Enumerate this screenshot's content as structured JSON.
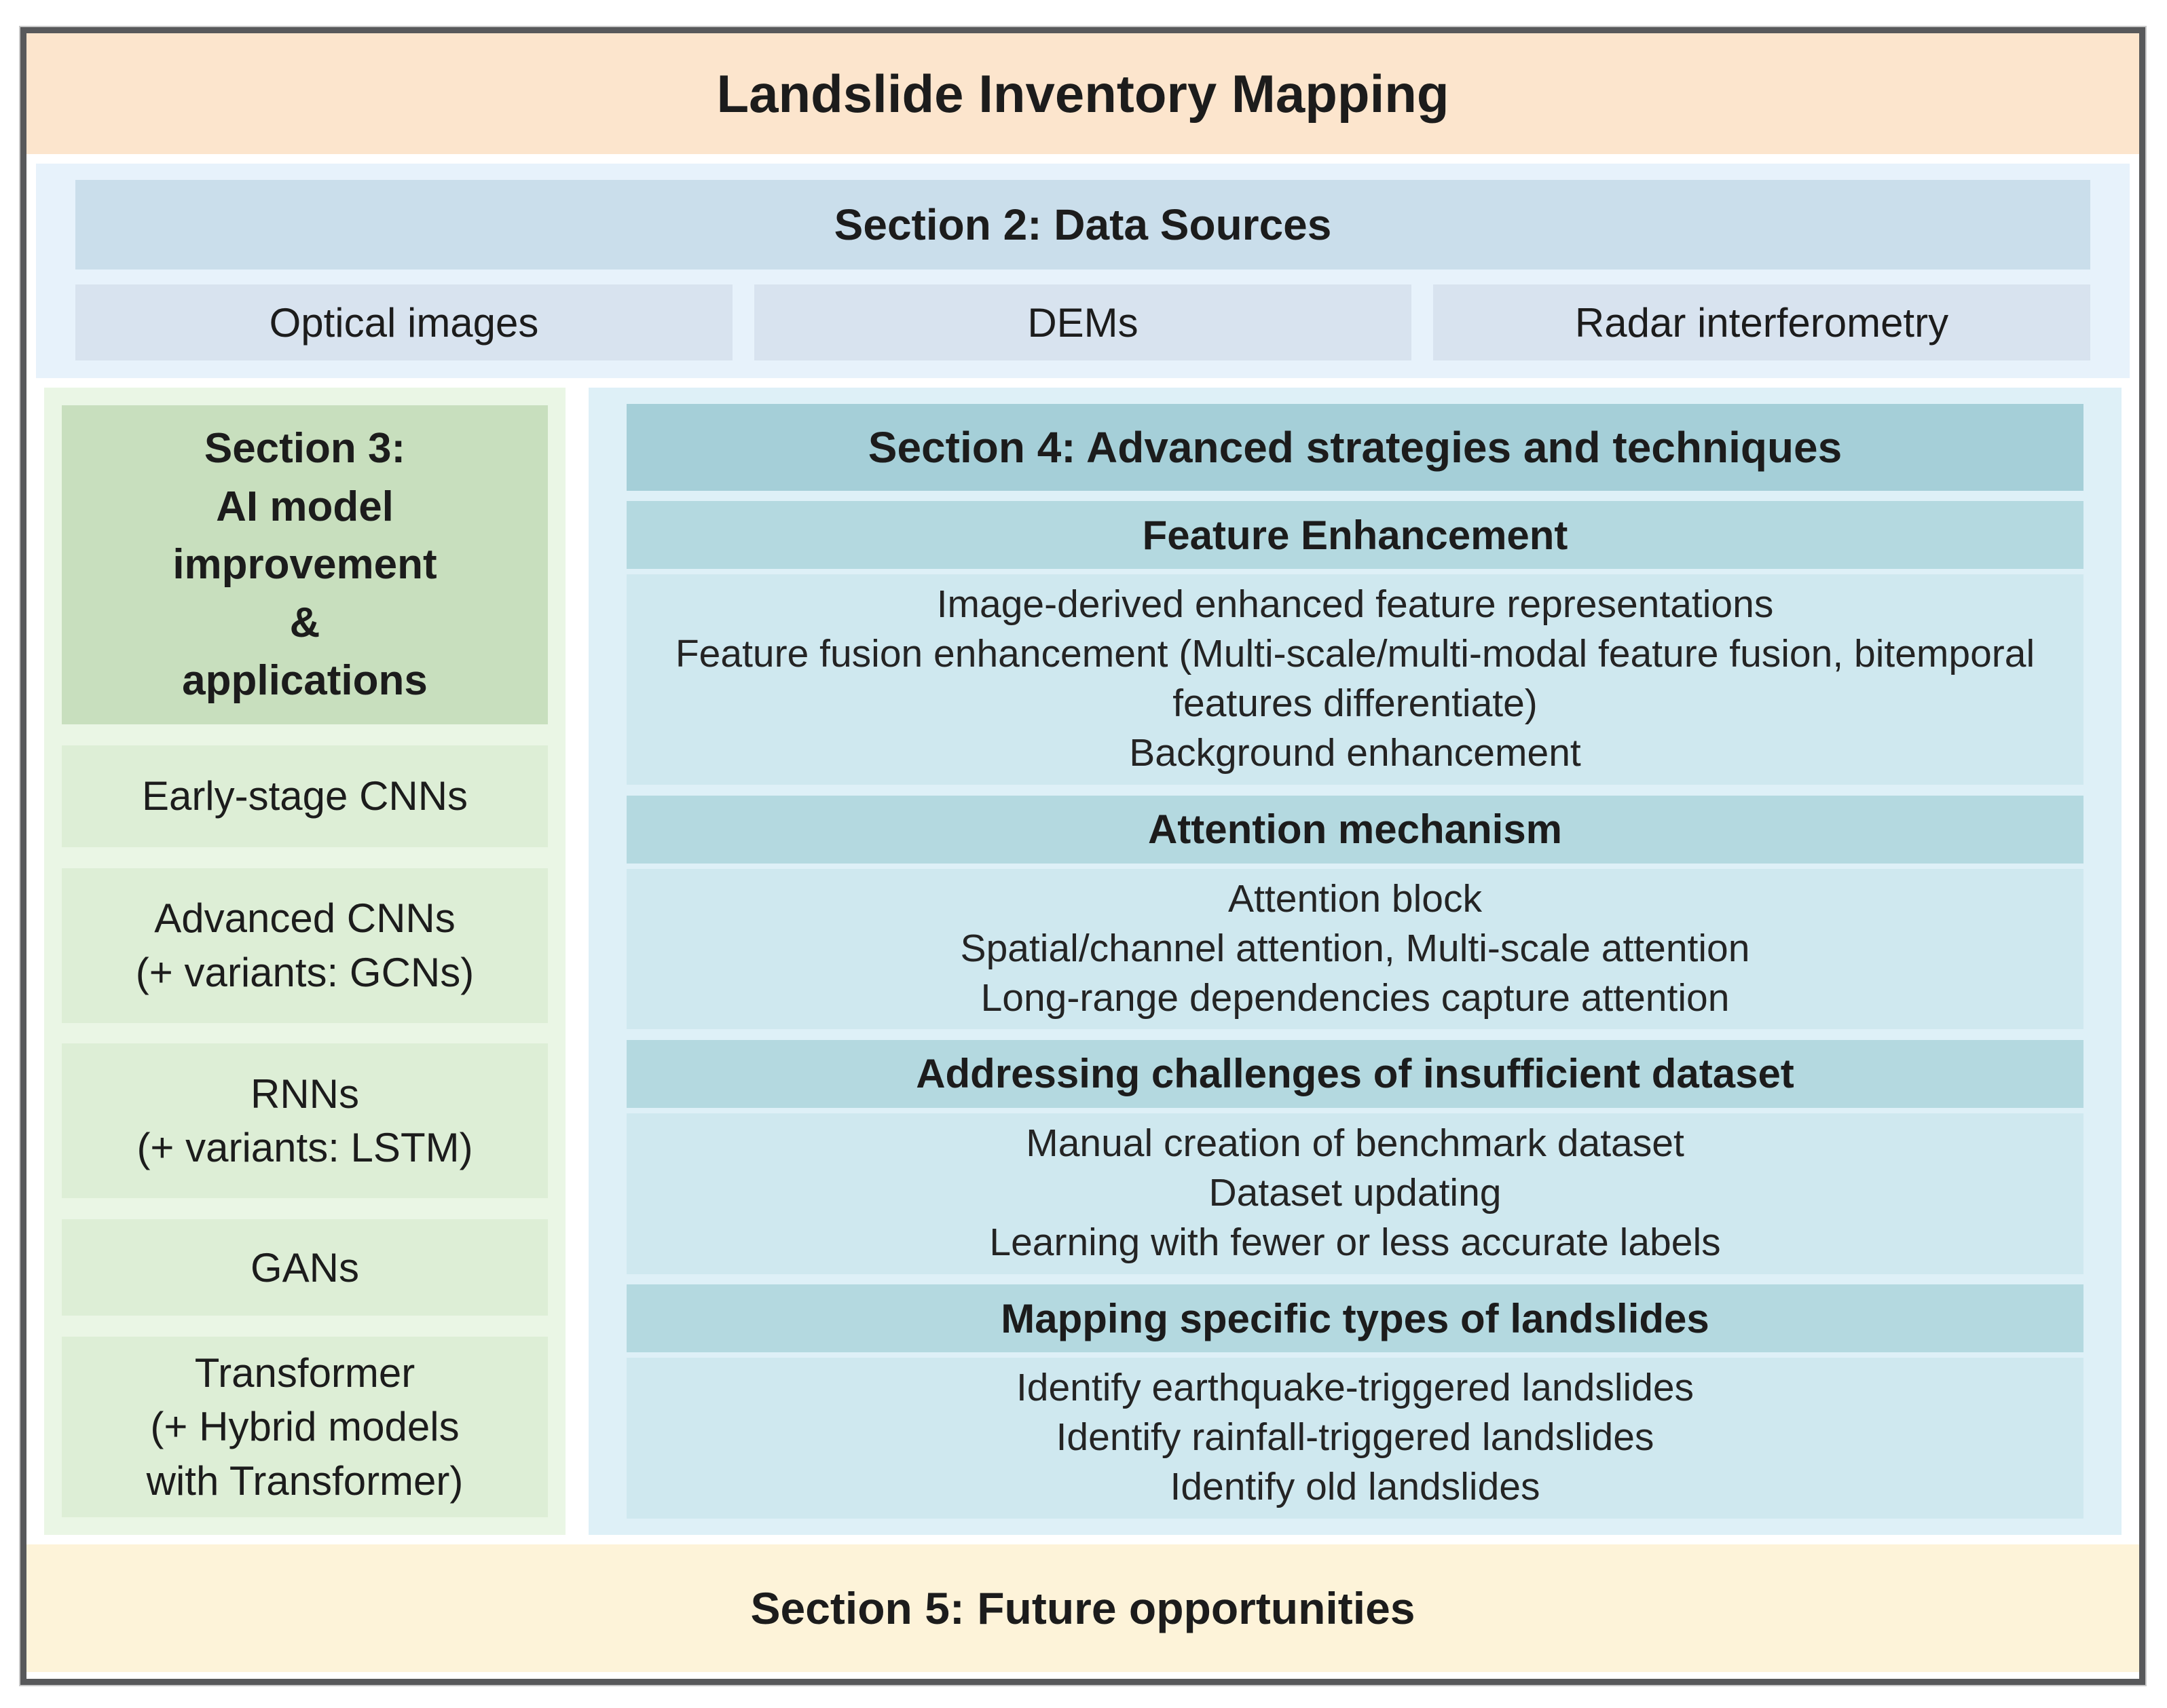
{
  "title": "Landslide Inventory Mapping",
  "section2": {
    "header": "Section 2: Data Sources",
    "items": [
      "Optical images",
      "DEMs",
      "Radar interferometry"
    ]
  },
  "section3": {
    "header_lines": [
      "Section 3:",
      "AI model",
      "improvement",
      "&",
      "applications"
    ],
    "items": [
      {
        "lines": [
          "Early-stage CNNs"
        ]
      },
      {
        "lines": [
          "Advanced CNNs",
          "(+ variants: GCNs)"
        ]
      },
      {
        "lines": [
          "RNNs",
          "(+ variants: LSTM)"
        ]
      },
      {
        "lines": [
          "GANs"
        ]
      },
      {
        "lines": [
          "Transformer",
          "(+ Hybrid models",
          "with Transformer)"
        ]
      }
    ]
  },
  "section4": {
    "header": "Section 4: Advanced strategies and techniques",
    "groups": [
      {
        "header": "Feature Enhancement",
        "lines": [
          "Image-derived enhanced feature representations",
          "Feature fusion enhancement (Multi-scale/multi-modal feature fusion, bitemporal features differentiate)",
          "Background enhancement"
        ]
      },
      {
        "header": "Attention mechanism",
        "lines": [
          "Attention block",
          "Spatial/channel attention, Multi-scale attention",
          "Long-range dependencies capture attention"
        ]
      },
      {
        "header": "Addressing challenges of  insufficient dataset",
        "lines": [
          "Manual creation of benchmark dataset",
          "Dataset updating",
          "Learning with fewer or less accurate labels"
        ]
      },
      {
        "header": "Mapping specific types of landslides",
        "lines": [
          "Identify earthquake-triggered landslides",
          "Identify rainfall-triggered landslides",
          "Identify old landslides"
        ]
      }
    ]
  },
  "section5": {
    "header": "Section 5: Future opportunities"
  },
  "colors": {
    "border": "#58595b",
    "title_bg": "#fce5cd",
    "section2_container": "#e7f2fb",
    "section2_header": "#cadeeb",
    "section2_item": "#d8e3ef",
    "section3_container": "#eaf6e5",
    "section3_header": "#c8dfbe",
    "section3_item": "#ddeed6",
    "section4_container": "#def0f7",
    "section4_header": "#a5cfd8",
    "section4_subheader": "#b4d9e0",
    "section4_body": "#cfe8ef",
    "section5_bg": "#fdf3d9",
    "text": "#1c1c1c"
  }
}
